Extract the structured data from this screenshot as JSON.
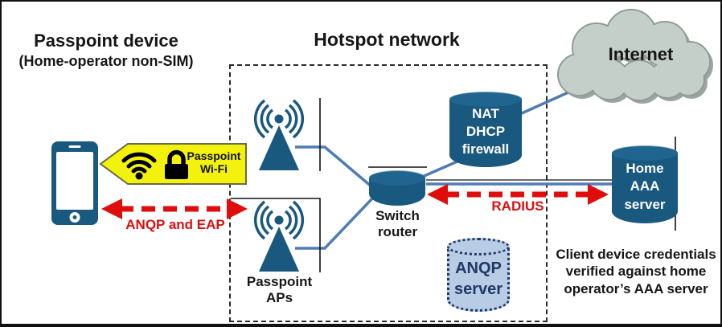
{
  "header": {
    "device_title": "Passpoint device",
    "device_subtitle": "(Home-operator non-SIM)",
    "hotspot_title": "Hotspot network"
  },
  "internet": {
    "label": "Internet"
  },
  "wifi_tag": {
    "line1": "Passpoint",
    "line2": "Wi-Fi"
  },
  "aps": {
    "line1": "Passpoint",
    "line2": "APs"
  },
  "switch": {
    "line1": "Switch",
    "line2": "router"
  },
  "nat": {
    "line1": "NAT",
    "line2": "DHCP",
    "line3": "firewall"
  },
  "aaa": {
    "line1": "Home",
    "line2": "AAA",
    "line3": "server"
  },
  "anqp": {
    "line1": "ANQP",
    "line2": "server"
  },
  "arrows": {
    "anqp_eap": "ANQP and EAP",
    "radius": "RADIUS"
  },
  "note": {
    "line1": "Client device credentials",
    "line2": "verified against home",
    "line3": "operator’s AAA server"
  },
  "colors": {
    "node_fill": "#19587F",
    "connector_blue": "#4f7cb5",
    "arrow_red": "#e00d0d",
    "tag_yellow": "#f2f20c",
    "anqp_fill": "#b9cce6",
    "anqp_ink": "#203864",
    "cloud_fill": "#c5cfca"
  }
}
